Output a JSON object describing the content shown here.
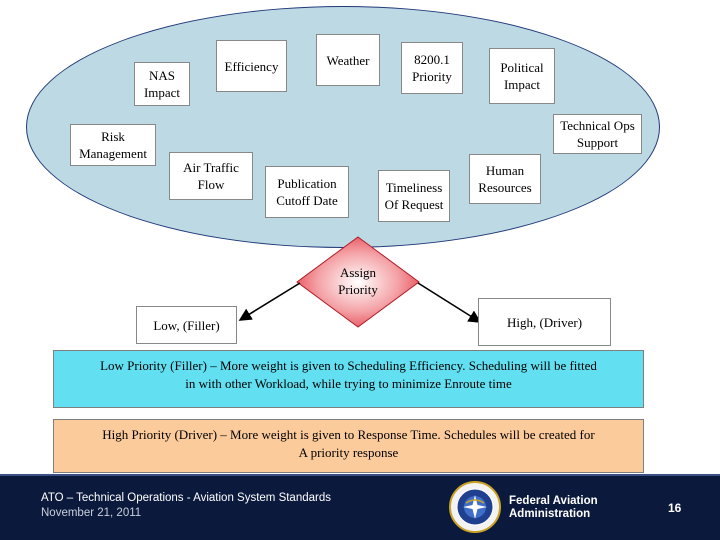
{
  "diagram": {
    "factors": {
      "nas_impact": "NAS\nImpact",
      "efficiency": "Efficiency",
      "weather": "Weather",
      "priority_8200": "8200.1\nPriority",
      "political_impact": "Political\nImpact",
      "risk_management": "Risk\nManagement",
      "technical_ops_support": "Technical Ops\nSupport",
      "air_traffic_flow": "Air Traffic\nFlow",
      "publication_cutoff": "Publication\nCutoff Date",
      "timeliness": "Timeliness\nOf Request",
      "human_resources": "Human\nResources"
    },
    "decision": "Assign\nPriority",
    "outcomes": {
      "low": "Low, (Filler)",
      "high": "High, (Driver)"
    }
  },
  "notes": {
    "low_priority": "Low Priority (Filler) – More weight is given to Scheduling Efficiency. Scheduling will be fitted\nin with other Workload, while trying to minimize Enroute time",
    "high_priority": "High Priority (Driver) – More weight is given to Response Time. Schedules will be created for\nA priority response"
  },
  "footer": {
    "title": "ATO – Technical Operations - Aviation System Standards",
    "date": "November 21, 2011",
    "agency": "Federal Aviation\nAdministration",
    "page_number": "16"
  },
  "colors": {
    "ellipse_fill": "#bcd9e4",
    "diamond_fill": "#e23b47",
    "low_note_fill": "#62dff0",
    "high_note_fill": "#fccb9c",
    "footer_bg": "#0b1a3c"
  },
  "icons": {
    "seal": "faa-seal-icon"
  }
}
